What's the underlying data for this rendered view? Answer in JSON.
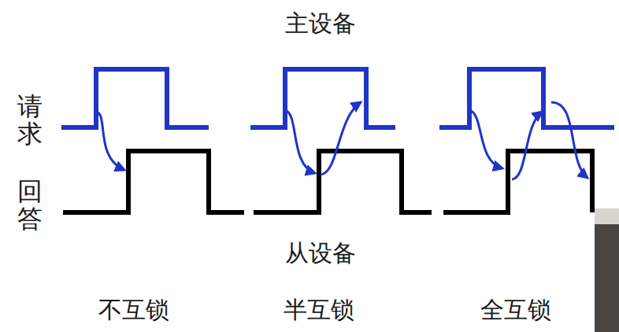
{
  "diagram": {
    "labels": [
      "主设备",
      "请求",
      "回答",
      "从设备",
      "不互锁",
      "半互锁",
      "全互锁"
    ]
  }
}
